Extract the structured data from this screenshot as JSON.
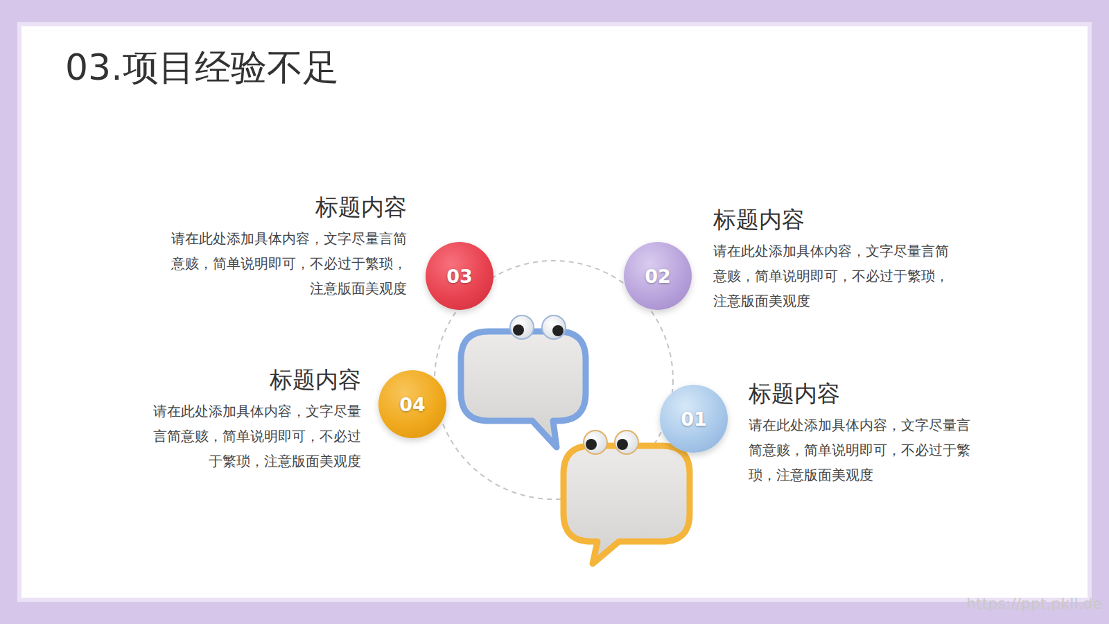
{
  "diagram": {
    "title": "03.项目经验不足",
    "nodes": [
      {
        "text": [
          "03",
          "标题内容",
          "请在此处添加具体内容，文字尽量言简意赅，简单说明即可，不必过于繁琐，注意版面美观度"
        ]
      },
      {
        "text": [
          "02",
          "标题内容",
          "请在此处添加具体内容，文字尽量言简意赅，简单说明即可，不必过于繁琐，注意版面美观度"
        ]
      },
      {
        "text": [
          "04",
          "标题内容",
          "请在此处添加具体内容，文字尽量言简意赅，简单说明即可，不必过于繁琐，注意版面美观度"
        ]
      },
      {
        "text": [
          "01",
          "标题内容",
          "请在此处添加具体内容，文字尽量言简意赅，简单说明即可，不必过于繁琐，注意版面美观度"
        ]
      }
    ],
    "labels": [
      "https://ppt.pkll.de"
    ]
  }
}
